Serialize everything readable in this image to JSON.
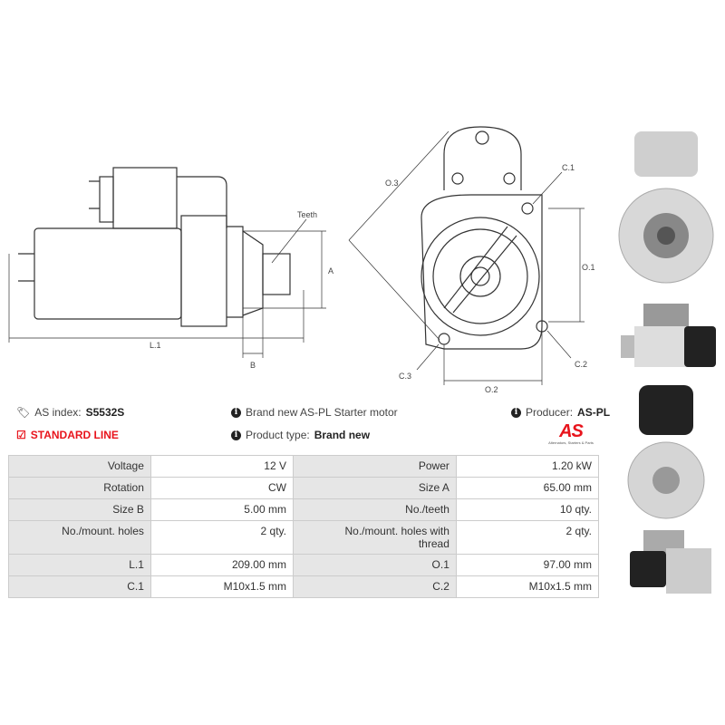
{
  "diagram_labels": {
    "teeth": "Teeth",
    "a": "A",
    "b": "B",
    "l1": "L.1",
    "o3": "O.3",
    "c1": "C.1",
    "o1": "O.1",
    "c2": "C.2",
    "c3": "C.3",
    "o2": "O.2"
  },
  "info": {
    "index_label": "AS index:",
    "index_value": "S5532S",
    "line": "STANDARD LINE",
    "description": "Brand new AS-PL Starter motor",
    "type_label": "Product type:",
    "type_value": "Brand new",
    "producer_label": "Producer:",
    "producer_value": "AS-PL",
    "logo_text": "AS",
    "logo_tagline": "Alternators, Starters & Parts"
  },
  "specs": [
    [
      "Voltage",
      "12 V",
      "Power",
      "1.20 kW"
    ],
    [
      "Rotation",
      "CW",
      "Size A",
      "65.00 mm"
    ],
    [
      "Size B",
      "5.00 mm",
      "No./teeth",
      "10 qty."
    ],
    [
      "No./mount. holes",
      "2 qty.",
      "No./mount. holes with thread",
      "2 qty."
    ],
    [
      "L.1",
      "209.00 mm",
      "O.1",
      "97.00 mm"
    ],
    [
      "C.1",
      "M10x1.5 mm",
      "C.2",
      "M10x1.5 mm"
    ]
  ],
  "colors": {
    "accent": "#e8141c"
  }
}
